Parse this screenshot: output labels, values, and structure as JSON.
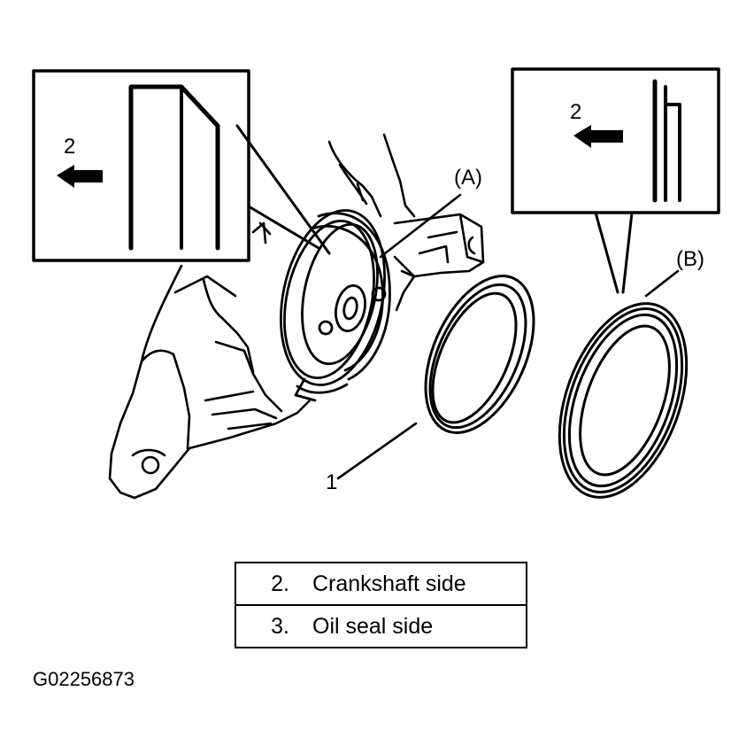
{
  "callouts": {
    "left_box_number": "2",
    "right_box_number": "2",
    "label_a": "(A)",
    "label_b": "(B)",
    "part_1": "1"
  },
  "legend": [
    {
      "num": "2.",
      "text": "Crankshaft side"
    },
    {
      "num": "3.",
      "text": "Oil seal side"
    }
  ],
  "figure_code": "G02256873"
}
